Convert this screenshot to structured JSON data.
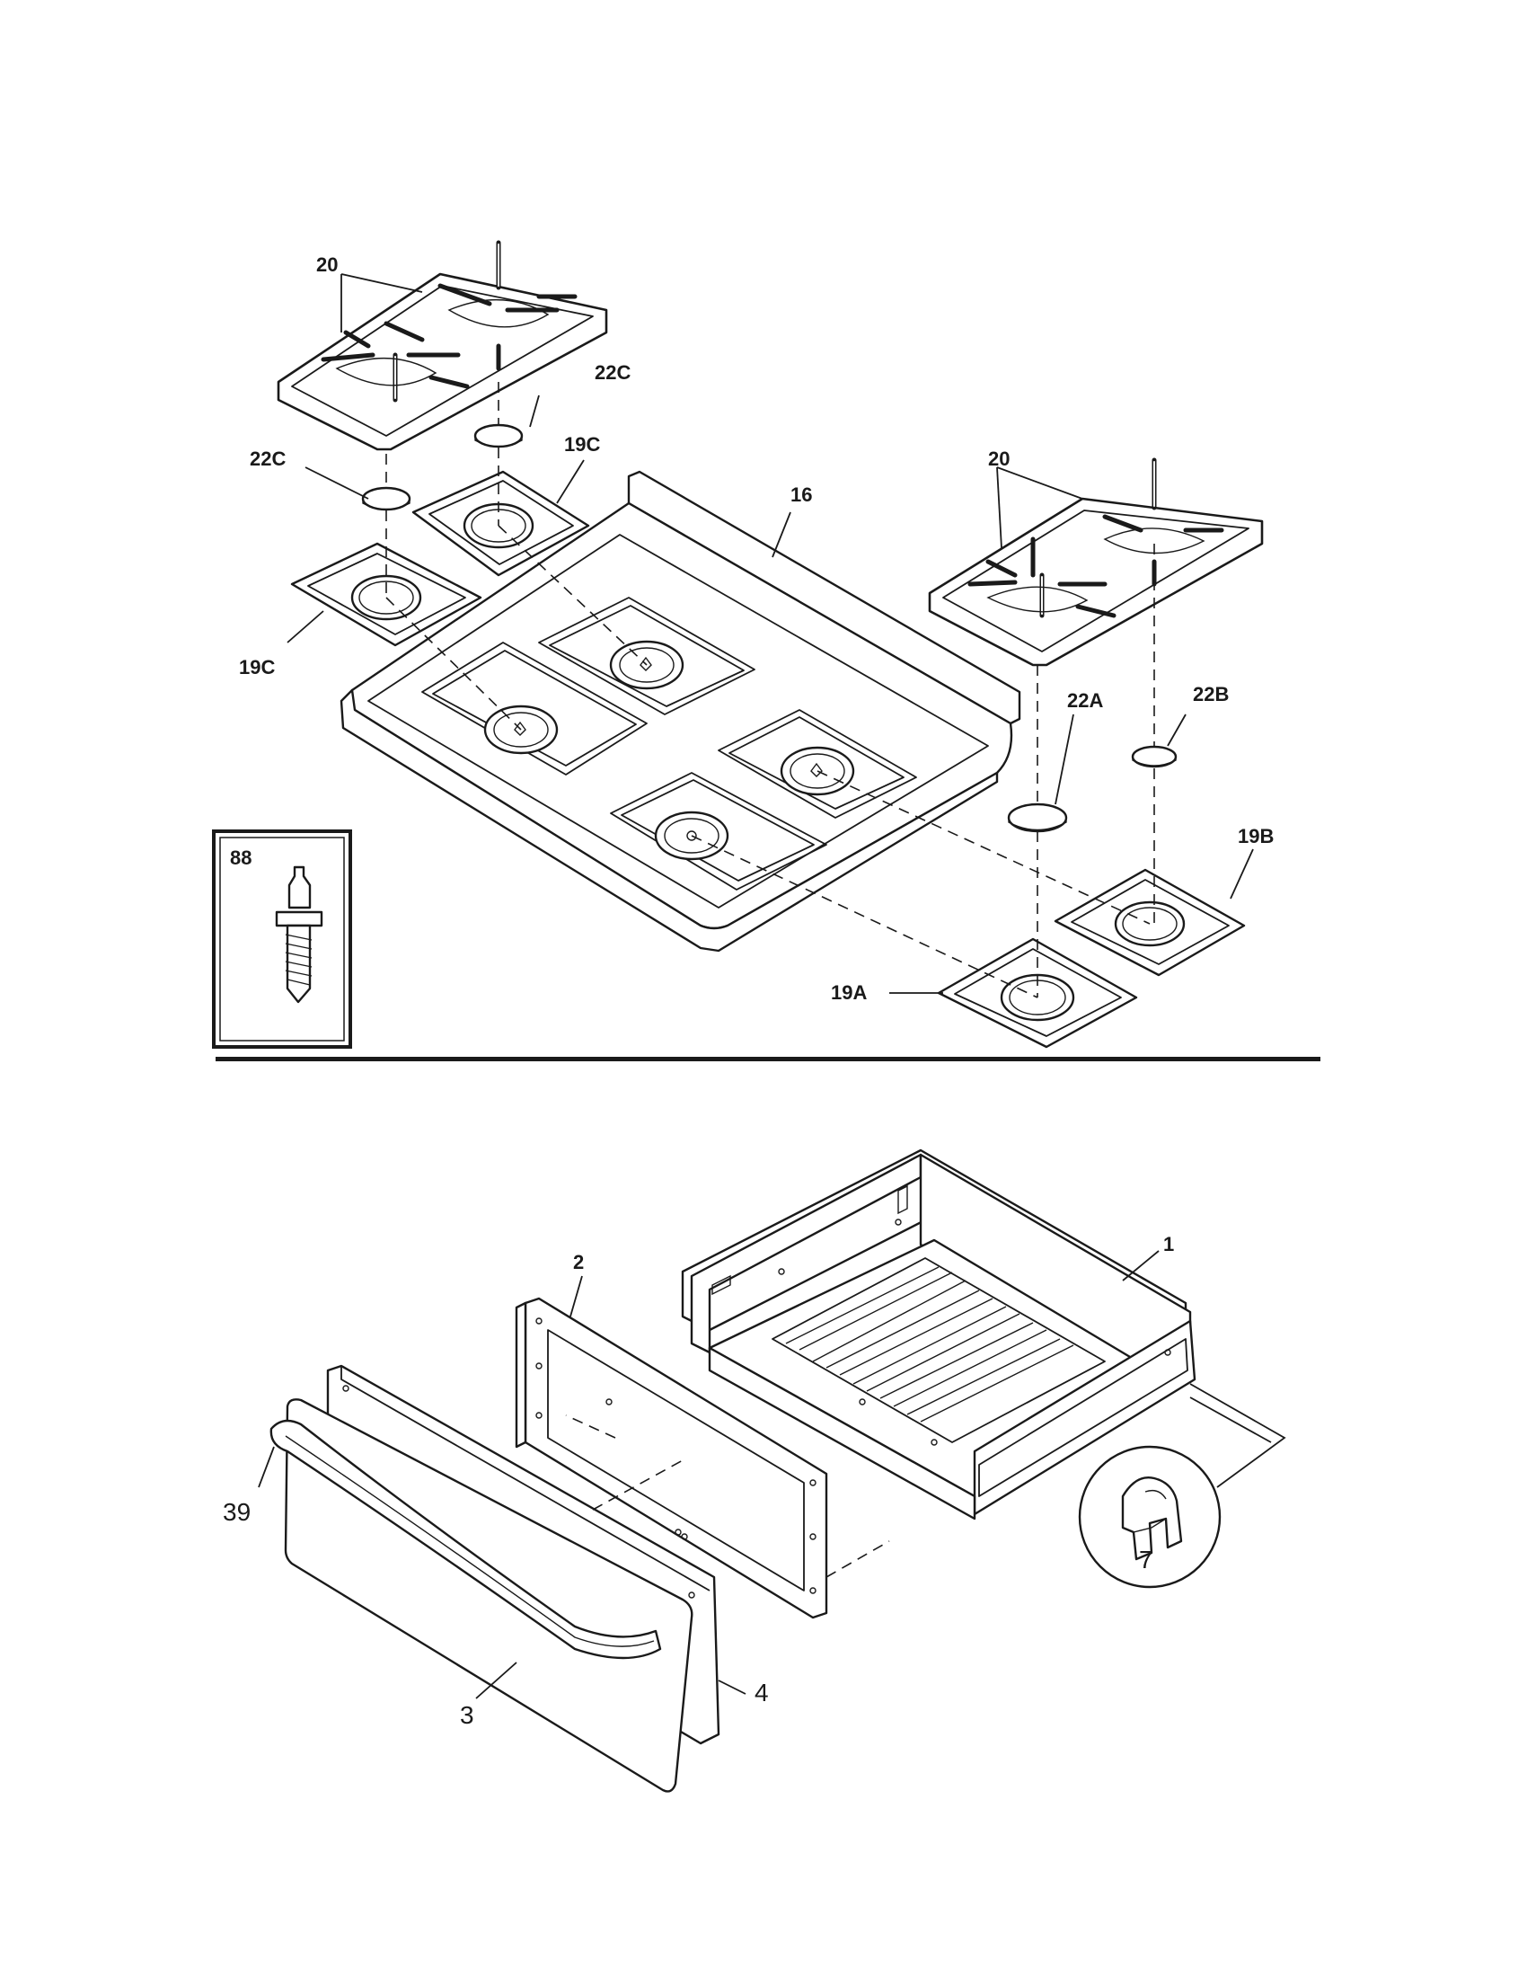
{
  "labels": {
    "grate_left": "20",
    "grate_right": "20",
    "cap_left_upper": "22C",
    "cap_left_lower": "22C",
    "pan_left_upper": "19C",
    "pan_left_lower": "19C",
    "cooktop": "16",
    "cap_right_front": "22A",
    "cap_right_rear": "22B",
    "pan_right_rear": "19B",
    "pan_right_front": "19A",
    "screw_inset": "88",
    "drawer_body": "1",
    "drawer_frame": "2",
    "drawer_handle": "39",
    "drawer_front_panel": "3",
    "drawer_back_panel": "4",
    "drawer_clip": "7"
  }
}
